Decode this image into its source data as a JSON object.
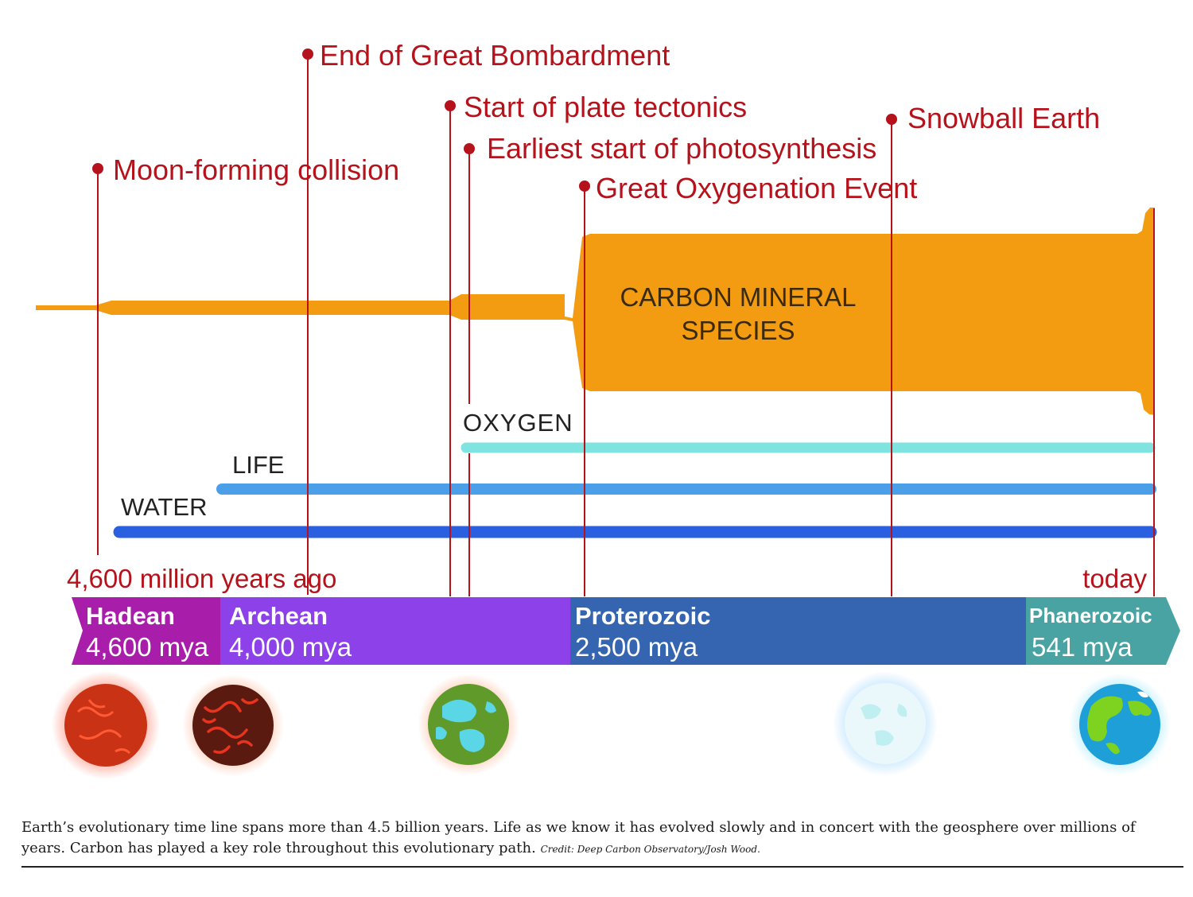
{
  "events": [
    {
      "key": "moon",
      "label": "Moon-forming collision"
    },
    {
      "key": "bombardment",
      "label": "End of Great Bombardment"
    },
    {
      "key": "tectonics",
      "label": "Start of plate tectonics"
    },
    {
      "key": "photosynthesis",
      "label": "Earliest start of photosynthesis"
    },
    {
      "key": "oxygenation",
      "label": "Great Oxygenation Event"
    },
    {
      "key": "snowball",
      "label": "Snowball Earth"
    }
  ],
  "carbon_label_line1": "CARBON MINERAL",
  "carbon_label_line2": "SPECIES",
  "bands": {
    "oxygen": "OXYGEN",
    "life": "LIFE",
    "water": "WATER"
  },
  "axis": {
    "start": "4,600 million years ago",
    "end": "today"
  },
  "eons": [
    {
      "name": "Hadean",
      "start": "4,600 mya"
    },
    {
      "name": "Archean",
      "start": "4,000 mya"
    },
    {
      "name": "Proterozoic",
      "start": "2,500 mya"
    },
    {
      "name": "Phanerozoic",
      "start": "541 mya"
    }
  ],
  "colors": {
    "event": "#b5121b",
    "carbon": "#f39c12",
    "oxygen": "#7fe3e0",
    "life": "#4a9fe8",
    "water": "#2a5fe0",
    "hadean": "#a81eaa",
    "archean": "#8c42e8",
    "proterozoic": "#3565b0",
    "phanerozoic": "#4aa3a3"
  },
  "caption": {
    "text": "Earth’s evolutionary time line spans more than 4.5 billion years. Life as we know it has evolved slowly and in concert with the geosphere over millions of years. Carbon has played a key role throughout this evolutionary path.",
    "credit": "Credit: Deep Carbon Observatory/Josh Wood."
  }
}
